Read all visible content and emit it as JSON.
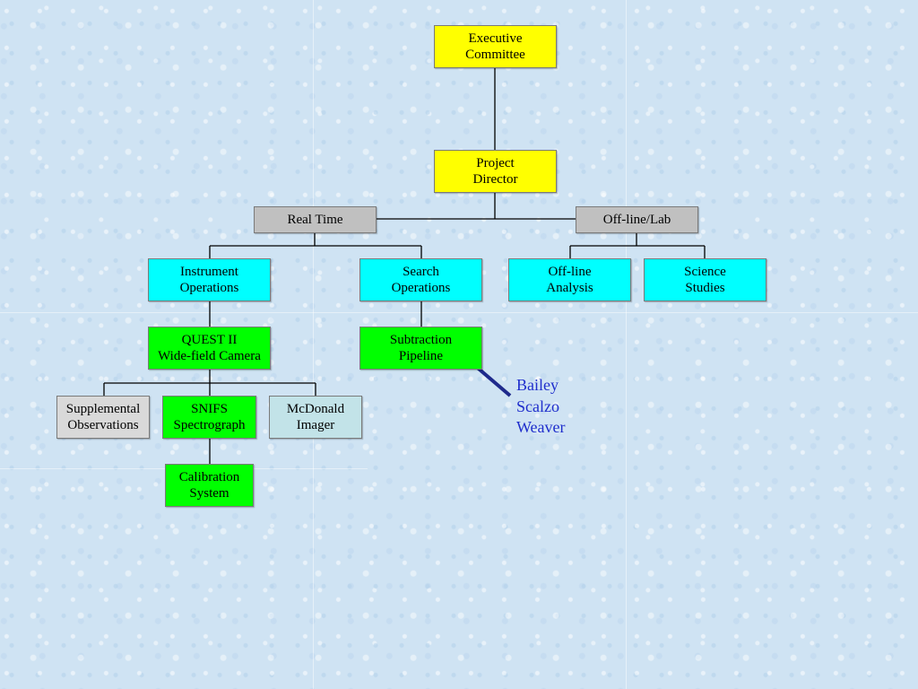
{
  "diagram": {
    "nodes": {
      "executive": "Executive\nCommittee",
      "director": "Project\nDirector",
      "realtime": "Real Time",
      "offline_lab": "Off-line/Lab",
      "instrument_ops": "Instrument\nOperations",
      "search_ops": "Search\nOperations",
      "offline_analysis": "Off-line\nAnalysis",
      "science_studies": "Science\nStudies",
      "quest": "QUEST II\nWide-field Camera",
      "subtraction": "Subtraction\nPipeline",
      "supplemental": "Supplemental\nObservations",
      "snifs": "SNIFS\nSpectrograph",
      "mcdonald": "McDonald\nImager",
      "calibration": "Calibration\nSystem"
    },
    "annotation": {
      "names": [
        "Bailey",
        "Scalzo",
        "Weaver"
      ]
    },
    "colors": {
      "top_level": "#ffff00",
      "division": "#c0c0c0",
      "operations": "#00ffff",
      "system": "#00ff00",
      "arrow": "#1f2a8c",
      "names_text": "#1f2ecc"
    }
  }
}
